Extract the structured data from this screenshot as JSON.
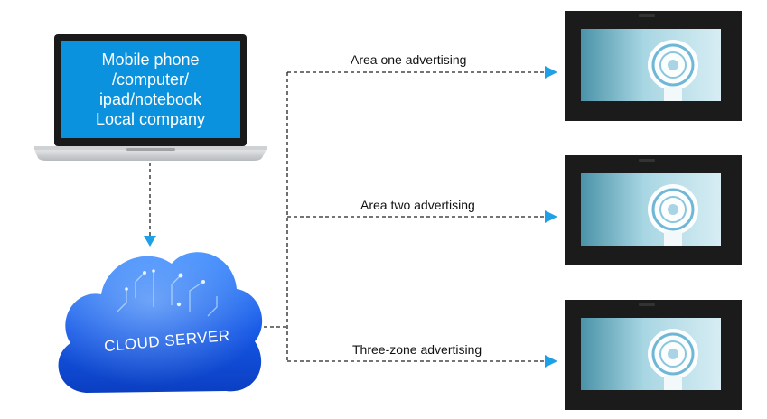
{
  "laptop": {
    "lines": [
      "Mobile phone",
      "/computer/",
      "ipad/notebook",
      "Local company"
    ],
    "screen_color": "#0a92de"
  },
  "cloud": {
    "label": "CLOUD SERVER",
    "color": "#1557e6"
  },
  "areas": [
    {
      "label": "Area one advertising"
    },
    {
      "label": "Area two advertising"
    },
    {
      "label": "Three-zone advertising"
    }
  ],
  "colors": {
    "arrow": "#1ea0e6",
    "line": "#222222",
    "monitor_frame": "#1b1b1b",
    "monitor_screen": "#5fa6b8"
  },
  "icons": {
    "fan": "fan-icon",
    "laptop": "laptop-icon",
    "cloud": "cloud-icon"
  }
}
